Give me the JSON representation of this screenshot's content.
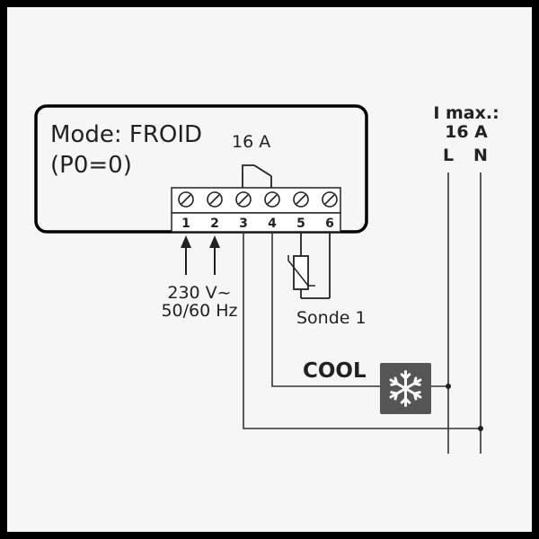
{
  "controller": {
    "mode_line": "Mode: FROID",
    "param_line": "(P0=0)"
  },
  "relay": {
    "rating": "16 A"
  },
  "terminals": {
    "labels": [
      "1",
      "2",
      "3",
      "4",
      "5",
      "6"
    ]
  },
  "supply": {
    "voltage": "230 V~",
    "frequency": "50/60 Hz"
  },
  "sensor": {
    "label": "Sonde 1"
  },
  "load": {
    "label": "COOL",
    "icon": "snowflake-icon",
    "icon_bg": "#555555"
  },
  "mains": {
    "imax_label": "I max.:",
    "imax_value": "16 A",
    "line_label": "L",
    "neutral_label": "N"
  },
  "colors": {
    "background": "#f6f6f6",
    "frame": "#000000",
    "wire": "#333333"
  }
}
